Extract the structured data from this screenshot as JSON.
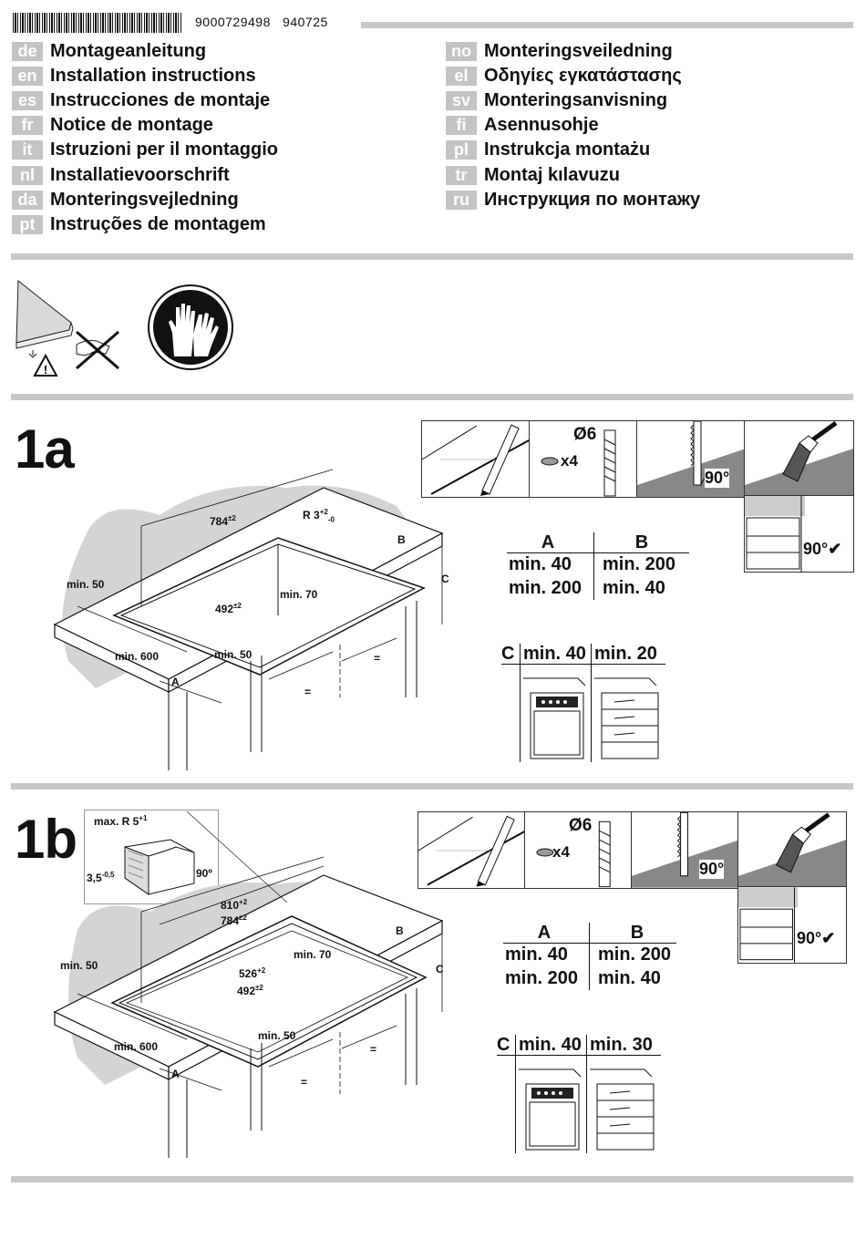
{
  "header": {
    "doc_number": "9000729498",
    "doc_date": "940725"
  },
  "languages_left": [
    {
      "code": "de",
      "title": "Montageanleitung"
    },
    {
      "code": "en",
      "title": "Installation instructions"
    },
    {
      "code": "es",
      "title": "Instrucciones de montaje"
    },
    {
      "code": "fr",
      "title": "Notice de montage"
    },
    {
      "code": "it",
      "title": "Istruzioni per il montaggio"
    },
    {
      "code": "nl",
      "title": "Installatievoorschrift"
    },
    {
      "code": "da",
      "title": "Monteringsvejledning"
    },
    {
      "code": "pt",
      "title": "Instruções de montagem"
    }
  ],
  "languages_right": [
    {
      "code": "no",
      "title": "Monteringsveiledning"
    },
    {
      "code": "el",
      "title": "Οδηγίες εγκατάστασης"
    },
    {
      "code": "sv",
      "title": "Monteringsanvisning"
    },
    {
      "code": "fi",
      "title": "Asennusohje"
    },
    {
      "code": "pl",
      "title": "Instrukcja montażu"
    },
    {
      "code": "tr",
      "title": "Montaj kılavuzu"
    },
    {
      "code": "ru",
      "title": "Инструкция по монтажу"
    }
  ],
  "section_1a": {
    "label": "1a",
    "dims": {
      "width": "784",
      "width_tol": "±2",
      "radius": "R 3",
      "radius_tol_up": "+2",
      "radius_tol_down": "-0",
      "depth": "492",
      "depth_tol": "±2",
      "min50_left": "min. 50",
      "min70": "min. 70",
      "min600": "min. 600",
      "min50_front": "min. 50",
      "A": "A",
      "B": "B",
      "C": "C",
      "eq1": "=",
      "eq2": "="
    },
    "drill": {
      "diameter": "Ø6",
      "count": "x4"
    },
    "angle": "90",
    "degree": "°",
    "ab_table": {
      "A": "A",
      "B": "B",
      "rows": [
        [
          "min. 40",
          "min. 200"
        ],
        [
          "min. 200",
          "min. 40"
        ]
      ]
    },
    "c_table": {
      "C": "C",
      "oven": "min. 40",
      "drawer": "min. 20"
    }
  },
  "section_1b": {
    "label": "1b",
    "inset": {
      "max_radius": "max. R 5",
      "max_radius_tol": "+1",
      "edge": "3,5",
      "edge_tol": "-0,5",
      "angle": "90º"
    },
    "dims": {
      "outer_width": "810",
      "outer_tol": "+2",
      "width": "784",
      "width_tol": "±2",
      "outer_depth": "526",
      "outer_depth_tol": "+2",
      "depth": "492",
      "depth_tol": "±2",
      "min50_left": "min. 50",
      "min70": "min. 70",
      "min600": "min. 600",
      "min50_front": "min. 50",
      "A": "A",
      "B": "B",
      "C": "C",
      "eq1": "=",
      "eq2": "="
    },
    "drill": {
      "diameter": "Ø6",
      "count": "x4"
    },
    "angle": "90",
    "degree": "°",
    "ab_table": {
      "A": "A",
      "B": "B",
      "rows": [
        [
          "min. 40",
          "min. 200"
        ],
        [
          "min. 200",
          "min. 40"
        ]
      ]
    },
    "c_table": {
      "C": "C",
      "oven": "min. 40",
      "drawer": "min. 30"
    }
  },
  "icons": [
    "glass-edge-warning-icon",
    "gloves-icon",
    "pencil-icon",
    "drill-bit-icon",
    "saw-icon",
    "brush-icon",
    "checkmark-icon",
    "warning-triangle-icon",
    "cross-icon"
  ]
}
